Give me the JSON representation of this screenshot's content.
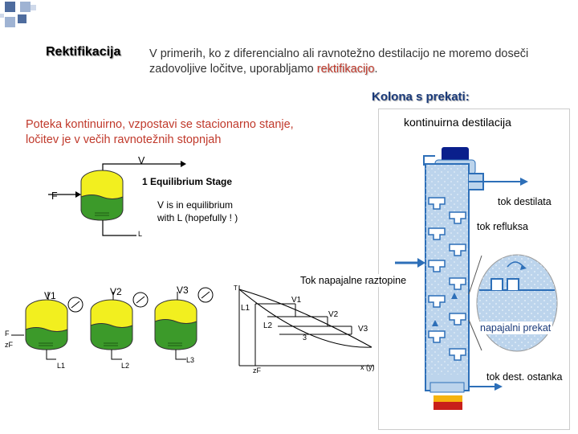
{
  "title": "Rektifikacija",
  "intro": {
    "text_before": "V primerih, ko z diferencialno ali ravnotežno destilacijo ne moremo doseči zadovoljive ločitve, uporabljamo ",
    "highlight": "rektifikacijo",
    "text_after": "."
  },
  "column_heading": "Kolona s prekati:",
  "description": "Poteka kontinuirno, vzpostavi se stacionarno stanje, ločitev je v večih ravnotežnih stopnjah",
  "stage_diagram": {
    "label_v": "V",
    "label_f": "F",
    "stage_title": "1 Equilibrium Stage",
    "note_line1": "V is in equilibrium",
    "note_line2": "with L (hopefully ! )",
    "label_l": "L"
  },
  "multi_stage": {
    "v_labels": [
      "V1",
      "V2",
      "V3"
    ],
    "l_labels": [
      "L1",
      "L2",
      "L3"
    ],
    "f_label": "F",
    "zf_label": "zF"
  },
  "graph": {
    "curve_labels": [
      "L1",
      "L2",
      "V1",
      "V2",
      "V3"
    ],
    "step_label": "3",
    "x_label": "x (y)",
    "zf_label": "zF",
    "y_label": "T"
  },
  "column_labels": {
    "box_title": "kontinuirna destilacija",
    "distillate": "tok destilata",
    "reflux": "tok refluksa",
    "feed_flow": "Tok napajalne raztopine",
    "feed_tray": "napajalni prekat",
    "bottoms": "tok dest. ostanka"
  },
  "colors": {
    "liquid_yellow": "#f2ef1f",
    "liquid_green": "#3c9a2a",
    "column_blue": "#bcd4ec",
    "column_line": "#2d6fb8",
    "heater_red": "#c8201a",
    "heater_yellow": "#f6b30e",
    "accent_red": "#c0392b"
  }
}
